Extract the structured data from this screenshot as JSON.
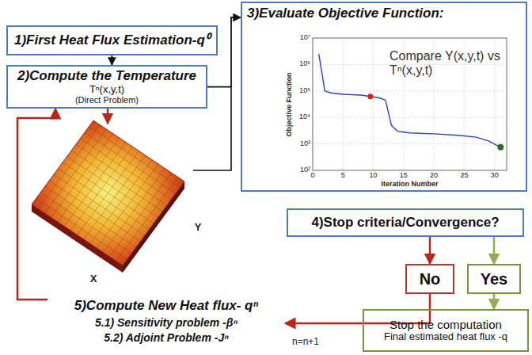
{
  "diagram": {
    "nodes": [
      {
        "text": [
          "1)First Heat Flux Estimation-q⁰"
        ]
      },
      {
        "text": [
          "2)Compute the Temperature",
          "Tⁿ(x,y,t)",
          "(Direct Problem)"
        ]
      },
      {
        "text": [
          "3)Evaluate Objective Function:",
          "Compare Y(x,y,t) vs Tⁿ(x,y,t)"
        ]
      },
      {
        "text": [
          "4)Stop criteria/Convergence?"
        ]
      },
      {
        "text": [
          "No"
        ]
      },
      {
        "text": [
          "Yes"
        ]
      },
      {
        "text": [
          "Stop the computation",
          "Final estimated heat flux -q"
        ]
      },
      {
        "text": [
          "5)Compute New Heat flux- qⁿ",
          "5.1) Sensitivity problem -βⁿ",
          "5.2) Adjoint Problem -Jⁿ"
        ]
      }
    ],
    "edges": [
      {
        "from": 0,
        "to": 1,
        "arrow": "to"
      },
      {
        "from": 1,
        "to": 2,
        "arrow": "to"
      },
      {
        "from": 3,
        "to": 4,
        "arrow": "to"
      },
      {
        "from": 3,
        "to": 5,
        "arrow": "to"
      },
      {
        "from": 5,
        "to": 6,
        "arrow": "to"
      },
      {
        "from": 4,
        "to": 7,
        "arrow": "to"
      },
      {
        "from": 7,
        "to": 1,
        "arrow": "to"
      }
    ],
    "labels": [
      "X",
      "Y",
      "10⁷",
      "10⁶",
      "10⁵",
      "10⁴",
      "10³",
      "10²",
      "0",
      "5",
      "10",
      "15",
      "20",
      "25",
      "30",
      "Objective Function",
      "Iteration Number",
      "n=n+1"
    ]
  }
}
